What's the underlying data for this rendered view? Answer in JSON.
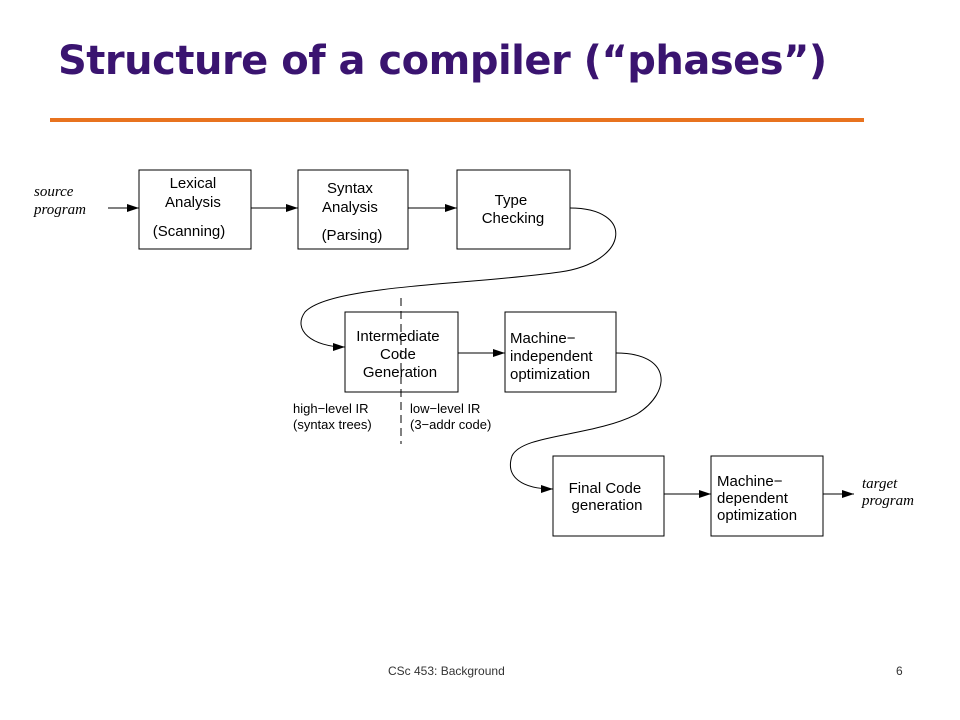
{
  "slide": {
    "title": "Structure of a compiler (“phases”)",
    "footer": "CSc 453: Background",
    "page_number": "6",
    "colors": {
      "title": "#3a1470",
      "rule": "#e8731f"
    }
  },
  "diagram": {
    "input": [
      "source",
      "program"
    ],
    "output": [
      "target",
      "program"
    ],
    "phases": [
      {
        "id": "lexical",
        "lines": [
          "Lexical",
          "Analysis",
          "(Scanning)"
        ]
      },
      {
        "id": "syntax",
        "lines": [
          "Syntax",
          "Analysis",
          "(Parsing)"
        ]
      },
      {
        "id": "type-checking",
        "lines": [
          "Type",
          "Checking"
        ]
      },
      {
        "id": "icg",
        "lines": [
          "Intermediate",
          "Code",
          "Generation"
        ]
      },
      {
        "id": "machine-independent",
        "lines": [
          "Machine−",
          "independent",
          "optimization"
        ]
      },
      {
        "id": "final-code",
        "lines": [
          "Final Code",
          "generation"
        ]
      },
      {
        "id": "machine-dependent",
        "lines": [
          "Machine−",
          "dependent",
          "optimization"
        ]
      }
    ],
    "ir_labels": {
      "high": [
        "high−level IR",
        "(syntax trees)"
      ],
      "low": [
        "low−level IR",
        "(3−addr code)"
      ]
    }
  }
}
